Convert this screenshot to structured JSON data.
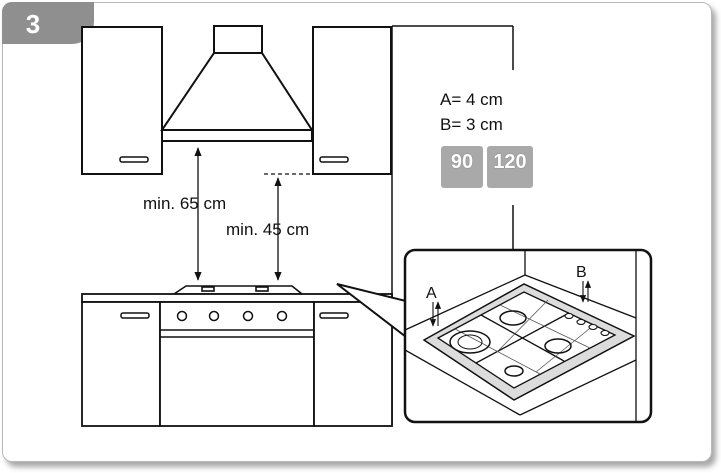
{
  "step": {
    "number": "3"
  },
  "clearances": {
    "hood_min": "min. 65 cm",
    "cabinet_min": "min. 45 cm"
  },
  "distances": {
    "a": "A= 4 cm",
    "b": "B= 3 cm"
  },
  "hob_widths": [
    "90",
    "120"
  ],
  "detail_labels": {
    "a": "A",
    "b": "B"
  },
  "colors": {
    "tab": "#8f8f8f",
    "badge": "#a9a9a9",
    "hob_surface": "#dcdcdc"
  }
}
